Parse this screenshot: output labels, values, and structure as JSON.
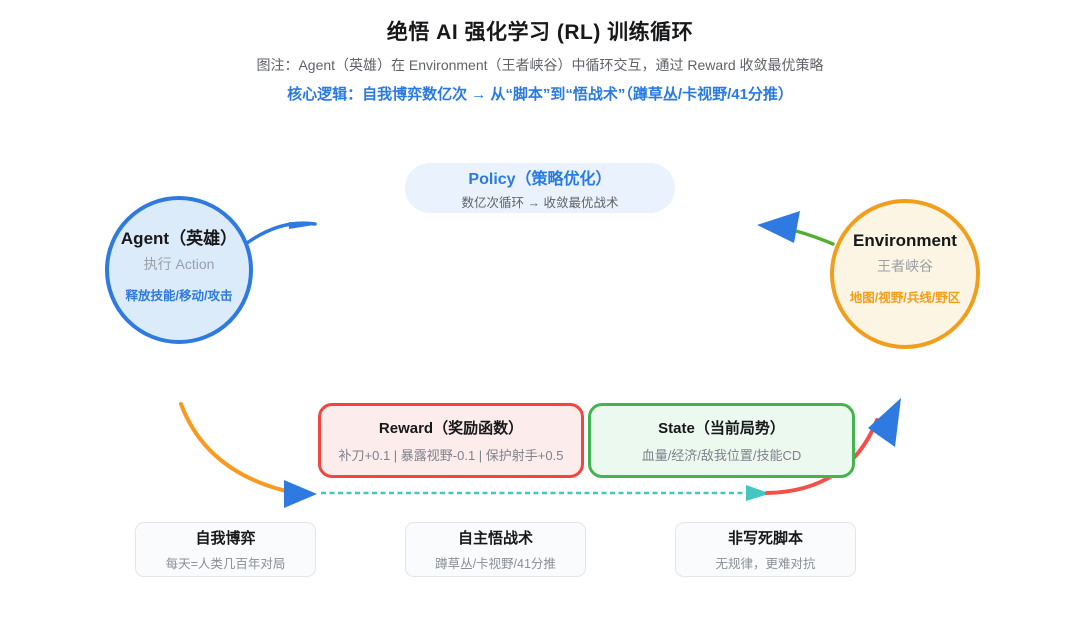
{
  "header": {
    "title": "绝悟 AI 强化学习 (RL) 训练循环",
    "subtitle": "图注：Agent（英雄）在 Environment（王者峡谷）中循环交互，通过 Reward 收敛最优策略",
    "core_logic": "核心逻辑：自我博弈数亿次 → 从“脚本”到“悟战术”（蹲草丛/卡视野/41分推）"
  },
  "nodes": {
    "policy": {
      "title": "Policy（策略优化）",
      "subtitle": "数亿次循环 → 收敛最优战术"
    },
    "agent": {
      "title": "Agent（英雄）",
      "subtitle": "执行 Action",
      "tags": "释放技能/移动/攻击"
    },
    "environment": {
      "title": "Environment",
      "subtitle": "王者峡谷",
      "tags": "地图/视野/兵线/野区"
    },
    "reward": {
      "title": "Reward（奖励函数）",
      "subtitle": "补刀+0.1 | 暴露视野-0.1 | 保护射手+0.5"
    },
    "state": {
      "title": "State（当前局势）",
      "subtitle": "血量/经济/敌我位置/技能CD"
    }
  },
  "footnotes": [
    {
      "title": "自我博弈",
      "subtitle": "每天=人类几百年对局"
    },
    {
      "title": "自主悟战术",
      "subtitle": "蹲草丛/卡视野/41分推"
    },
    {
      "title": "非写死脚本",
      "subtitle": "无规律，更难对抗"
    }
  ],
  "arrows": [
    {
      "name": "agent-to-policy",
      "color": "#2f7ae0",
      "style": "solid-curve"
    },
    {
      "name": "environment-to-policy",
      "color": "#55ad32",
      "style": "solid-curve-blue-arrowhead"
    },
    {
      "name": "agent-action-down",
      "color": "#f79a1f",
      "style": "solid-curve-blue-arrowhead"
    },
    {
      "name": "reward-feedback",
      "color": "#41c6c1",
      "style": "dashed-line-teal-arrowhead"
    },
    {
      "name": "state-to-environment",
      "color": "#f4504a",
      "style": "solid-curve-blue-arrowhead"
    }
  ],
  "colors": {
    "accent_blue": "#2a7ae4",
    "agent_blue": "#2f7ae0",
    "environment_orange": "#f19e1d",
    "reward_red": "#f4443d",
    "state_green": "#44b44e",
    "teal_dash": "#41c6c1",
    "orange_curve": "#f79a1f",
    "red_curve": "#f4504a",
    "green_curve": "#55ad32"
  }
}
